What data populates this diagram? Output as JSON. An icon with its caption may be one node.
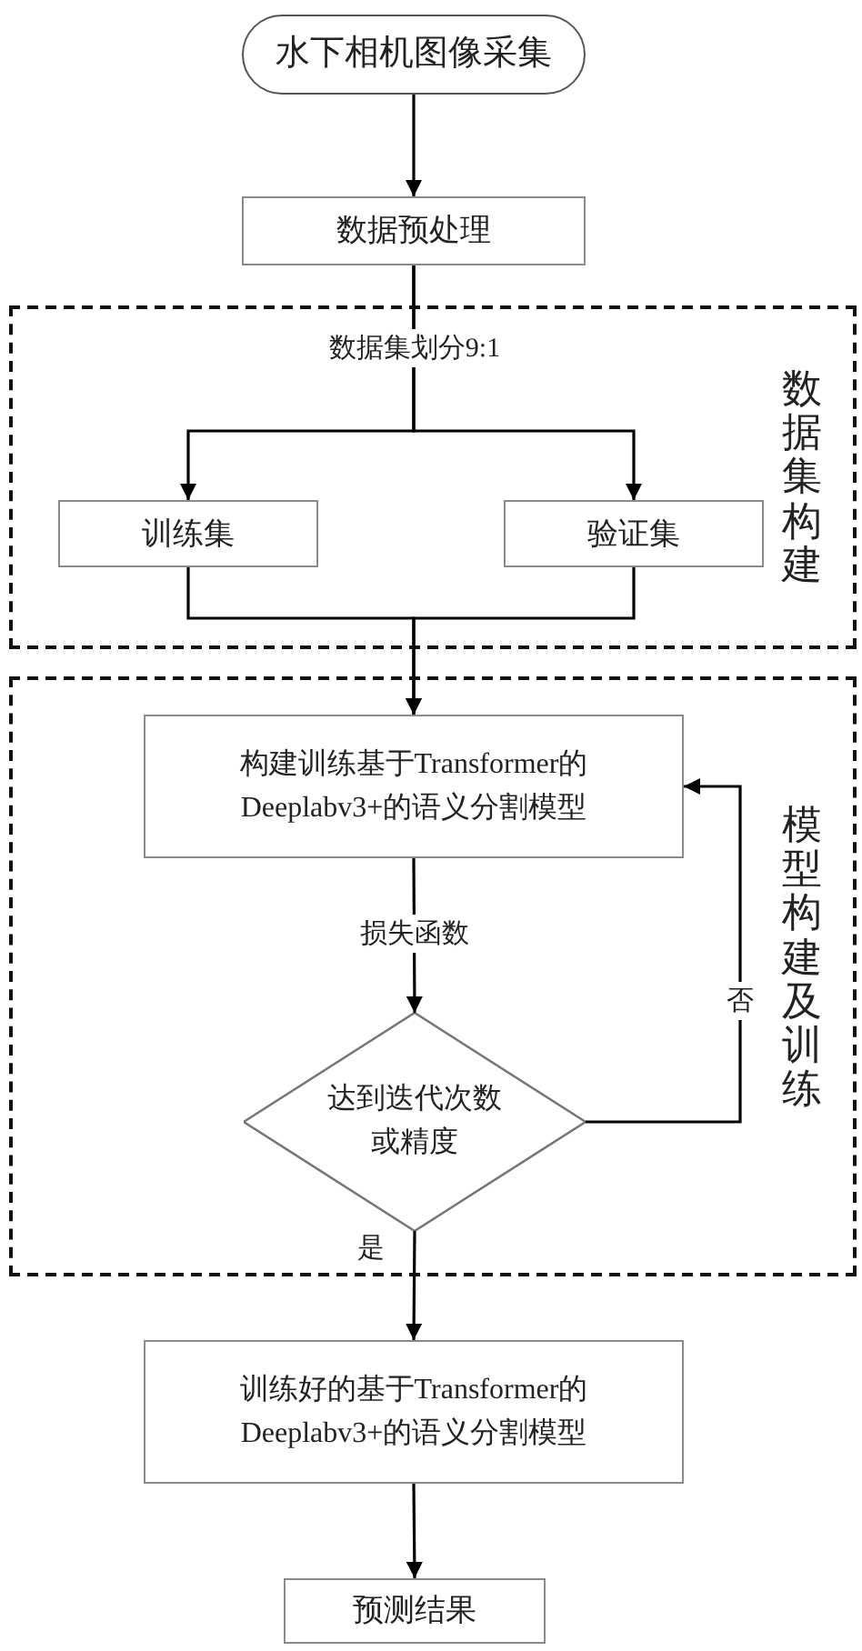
{
  "diagram": {
    "nodes": [
      {
        "text": [
          "水下相机图像采集"
        ]
      },
      {
        "text": [
          "数据预处理"
        ]
      },
      {
        "text": [
          "数据集构建"
        ]
      },
      {
        "text": [
          "训练集"
        ],
        "in": 2
      },
      {
        "text": [
          "验证集"
        ],
        "in": 2
      },
      {
        "text": [
          "模型构建及训练"
        ]
      },
      {
        "text": [
          "构建训练基于Transformer的 Deeplabv3+的语义分割模型"
        ],
        "in": 5
      },
      {
        "text": [
          "达到迭代次数或精度"
        ],
        "in": 5
      },
      {
        "text": [
          "训练好的基于Transformer的 Deeplabv3+的语义分割模型"
        ]
      },
      {
        "text": [
          "预测结果"
        ]
      }
    ],
    "edges": [
      {
        "from": 0,
        "to": 1,
        "arrow": "to"
      },
      {
        "from": 1,
        "to": 3,
        "arrow": "to",
        "label": "数据集划分9:1"
      },
      {
        "from": 1,
        "to": 4,
        "arrow": "to"
      },
      {
        "from": 3,
        "to": 6,
        "arrow": "to"
      },
      {
        "from": 4,
        "to": 6,
        "arrow": "to"
      },
      {
        "from": 6,
        "to": 7,
        "arrow": "to",
        "label": "损失函数"
      },
      {
        "from": 7,
        "to": 6,
        "arrow": "to",
        "label": "否"
      },
      {
        "from": 7,
        "to": 8,
        "arrow": "to",
        "label": "是"
      },
      {
        "from": 8,
        "to": 9,
        "arrow": "to"
      }
    ]
  }
}
